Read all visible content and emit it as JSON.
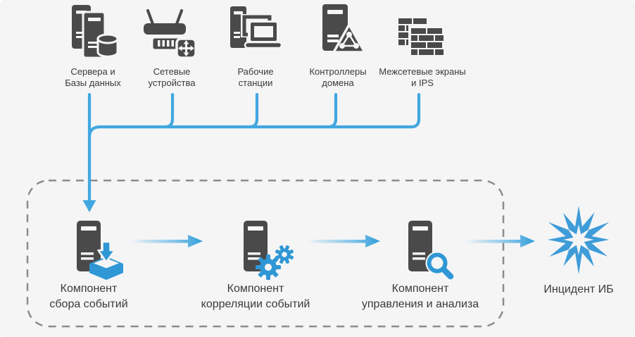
{
  "sources": [
    {
      "name": "servers-databases",
      "line1": "Сервера и",
      "line2": "Базы данных"
    },
    {
      "name": "network-devices",
      "line1": "Сетевые",
      "line2": "устройства"
    },
    {
      "name": "workstations",
      "line1": "Рабочие",
      "line2": "станции"
    },
    {
      "name": "domain-controllers",
      "line1": "Контроллеры",
      "line2": "домена"
    },
    {
      "name": "firewalls-ips",
      "line1": "Межсетевые экраны",
      "line2": "и IPS"
    }
  ],
  "components": [
    {
      "name": "collection",
      "line1": "Компонент",
      "line2": "сбора событий"
    },
    {
      "name": "correlation",
      "line1": "Компонент",
      "line2": "корреляции событий"
    },
    {
      "name": "management",
      "line1": "Компонент",
      "line2": "управления и анализа"
    }
  ],
  "incident": {
    "label": "Инцидент ИБ"
  },
  "colors": {
    "accent_blue": "#41A7E0",
    "badge_blue": "#2F97D5",
    "star_blue": "#3E9CD8",
    "icon_dark": "#4A4A4A",
    "text": "#3A3A3A",
    "dash_gray": "#8C8C8C",
    "background": "#F5F5F6"
  }
}
